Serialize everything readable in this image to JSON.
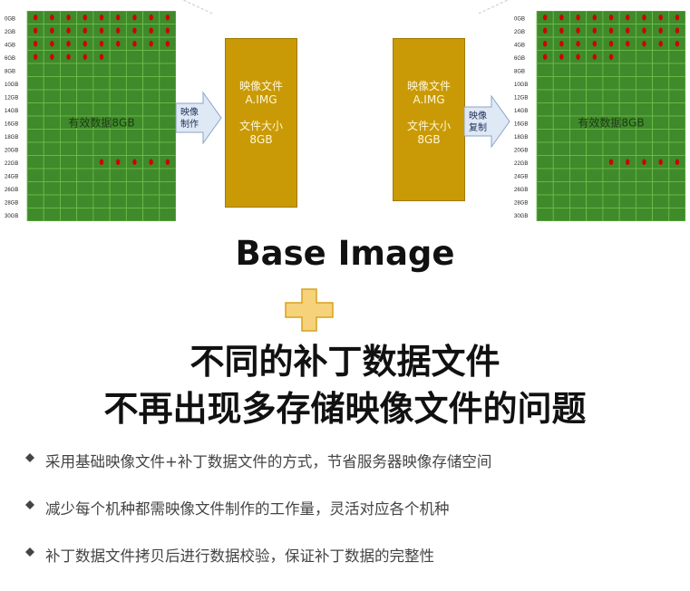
{
  "left_disk": {
    "labels": [
      "0GB",
      "2GB",
      "4GB",
      "6GB",
      "8GB",
      "10GB",
      "12GB",
      "14GB",
      "16GB",
      "18GB",
      "20GB",
      "22GB",
      "24GB",
      "26GB",
      "28GB",
      "30GB"
    ],
    "center_text": "有效数据8GB"
  },
  "right_disk": {
    "labels": [
      "0GB",
      "2GB",
      "4GB",
      "6GB",
      "8GB",
      "10GB",
      "12GB",
      "14GB",
      "16GB",
      "18GB",
      "20GB",
      "22GB",
      "24GB",
      "26GB",
      "28GB",
      "30GB"
    ],
    "center_text": "有效数据8GB"
  },
  "image_file_left": {
    "line1": "映像文件",
    "line2": "A.IMG",
    "line3": "文件大小",
    "line4": "8GB"
  },
  "image_file_right": {
    "line1": "映像文件",
    "line2": "A.IMG",
    "line3": "文件大小",
    "line4": "8GB"
  },
  "arrow_left": {
    "line1": "映像",
    "line2": "制作"
  },
  "arrow_right": {
    "line1": "映像",
    "line2": "复制"
  },
  "title_en": "Base Image",
  "headline": {
    "line1": "不同的补丁数据文件",
    "line2": "不再出现多存储映像文件的问题"
  },
  "bullets": [
    "采用基础映像文件+补丁数据文件的方式，节省服务器映像存储空间",
    "减少每个机种都需映像文件制作的工作量，灵活对应各个机种",
    "补丁数据文件拷贝后进行数据校验，保证补丁数据的完整性"
  ],
  "colors": {
    "disk_green": "#3f8a2b",
    "dot_red": "#d00000",
    "image_box_gold": "#c99a06",
    "arrow_fill": "#dfe8f5",
    "plus_fill": "#f6d27a"
  },
  "icons": {
    "bullet": "diamond-bullet-icon",
    "plus": "plus-icon",
    "arrow": "right-arrow-icon"
  }
}
